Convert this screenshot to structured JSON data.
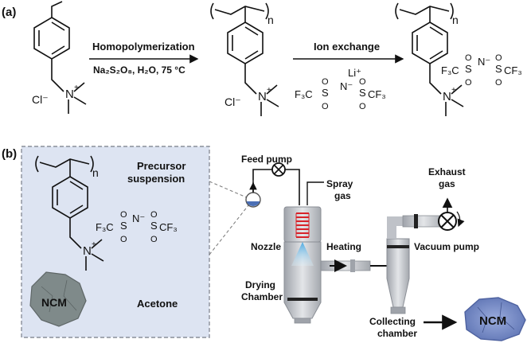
{
  "panel_a": {
    "label": "(a)",
    "step1": {
      "label": "Homopolymerization",
      "conditions": "Na₂S₂O₈, H₂O, 75 °C"
    },
    "step2": {
      "label": "Ion exchange"
    },
    "subscript_n": "n",
    "ammonium_n": "N",
    "plus": "+",
    "chloride": "Cl⁻",
    "lithium": "Li⁺",
    "cf3_left": "F₃C",
    "cf3_right": "CF₃",
    "sulfur": "S",
    "o": "O",
    "n_minus": "N⁻"
  },
  "panel_b": {
    "label": "(b)",
    "precursor": "Precursor suspension",
    "acetone": "Acetone",
    "ncm": "NCM",
    "feed_pump": "Feed pump",
    "spray_gas": "Spray gas",
    "nozzle": "Nozzle",
    "heating": "Heating",
    "drying_chamber": "Drying Chamber",
    "exhaust_gas": "Exhaust gas",
    "vacuum_pump": "Vacuum pump",
    "collecting_chamber": "Collecting chamber",
    "ncm_product": "NCM"
  },
  "colors": {
    "box_fill": "#dde4f2",
    "box_border": "#8a8f99",
    "apparatus": "#c9ccd2",
    "coil": "#d8232a",
    "spray": "#7fc6ec",
    "ncm_product": "#7b8fc8",
    "ncm_precursor": "#7f8a8a"
  }
}
